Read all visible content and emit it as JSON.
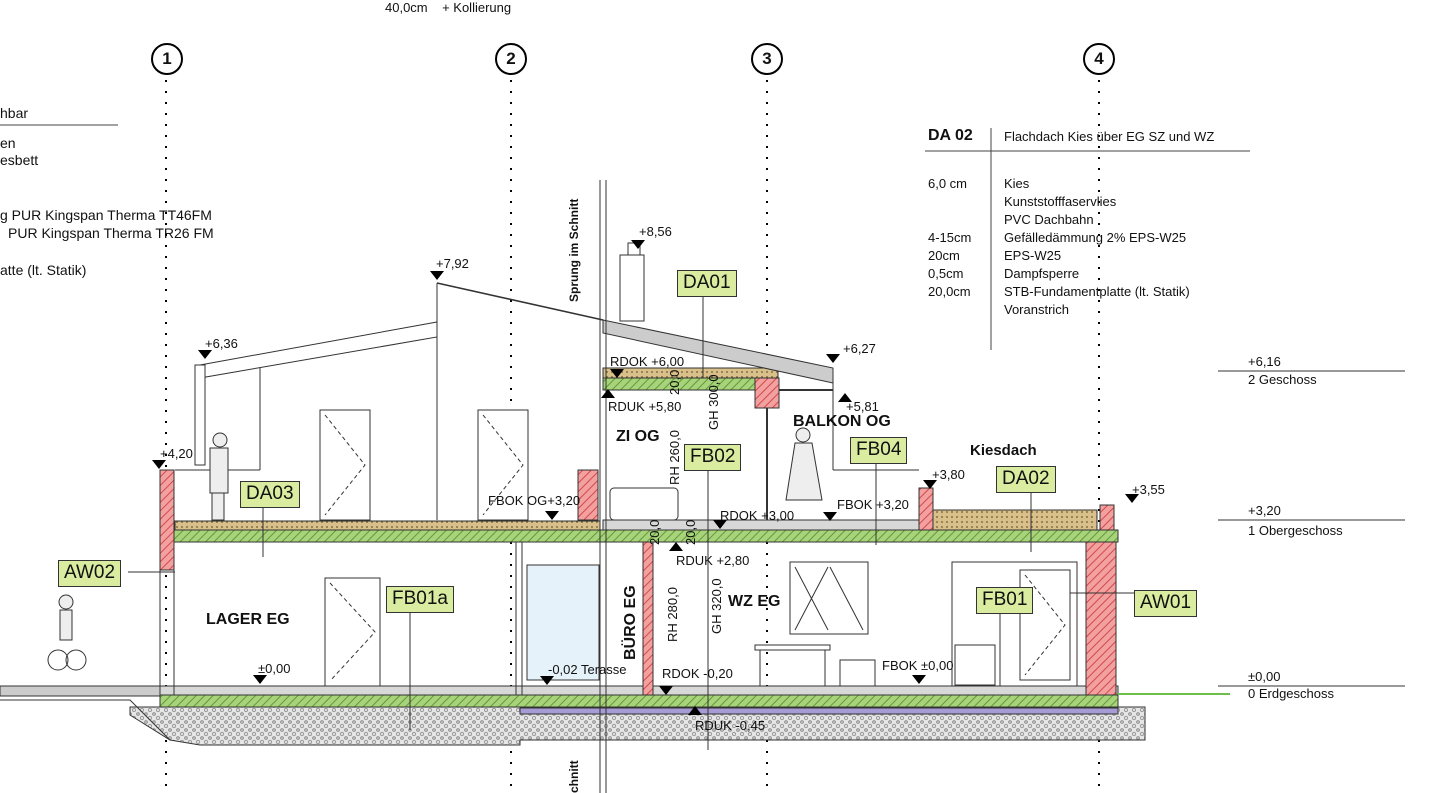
{
  "top_note": "40,0cm    + Kollierung",
  "axes": [
    "1",
    "2",
    "3",
    "4"
  ],
  "left_legend": [
    "hbar",
    "en",
    "esbett",
    "g PUR Kingspan Therma TT46FM",
    "PUR Kingspan Therma TR26 FM",
    "atte (lt. Statik)"
  ],
  "da02_table": {
    "code": "DA 02",
    "title": "Flachdach Kies über EG SZ und WZ",
    "rows": [
      {
        "thickness": "6,0 cm",
        "material": "Kies"
      },
      {
        "thickness": "",
        "material": "Kunststofffaservlies"
      },
      {
        "thickness": "",
        "material": "PVC Dachbahn"
      },
      {
        "thickness": "4-15cm",
        "material": "Gefälledämmung 2% EPS-W25"
      },
      {
        "thickness": "20cm",
        "material": "EPS-W25"
      },
      {
        "thickness": "0,5cm",
        "material": "Dampfsperre"
      },
      {
        "thickness": "20,0cm",
        "material": "STB-Fundamentplatte (lt. Statik)"
      },
      {
        "thickness": "",
        "material": "Voranstrich"
      }
    ]
  },
  "levels": [
    {
      "value": "+6,16",
      "name": "2 Geschoss"
    },
    {
      "value": "+3,20",
      "name": "1 Obergeschoss"
    },
    {
      "value": "±0,00",
      "name": "0 Erdgeschoss"
    }
  ],
  "tags": {
    "da01": "DA01",
    "da03": "DA03",
    "aw02": "AW02",
    "fb01a": "FB01a",
    "fb02": "FB02",
    "fb04": "FB04",
    "da02": "DA02",
    "fb01": "FB01",
    "aw01": "AW01"
  },
  "rooms": {
    "lager": "LAGER EG",
    "zi": "ZI OG",
    "balkon": "BALKON OG",
    "kiesdach": "Kiesdach",
    "wz": "WZ EG",
    "buero": "BÜRO EG",
    "sprung": "Sprung im Schnitt",
    "sprung2": "chnitt"
  },
  "elevations": {
    "e856": "+8,56",
    "e792": "+7,92",
    "e636": "+6,36",
    "e627": "+6,27",
    "e581": "+5,81",
    "e420": "+4,20",
    "e380": "+3,80",
    "e355": "+3,55",
    "rdok600": "RDOK +6,00",
    "rduk580": "RDUK +5,80",
    "fbokog": "FBOK OG+3,20",
    "rdok300": "RDOK +3,00",
    "fbok320": "FBOK +3,20",
    "rduk280": "RDUK +2,80",
    "pm000": "±0,00",
    "terasse": "-0,02 Terasse",
    "rdok020": "RDOK -0,20",
    "fbok000": "FBOK ±0,00",
    "rduk045": "RDUK -0,45"
  },
  "dims": {
    "gh300": "GH 300,0",
    "rh260": "RH 260,0",
    "d20a": "20,0",
    "d20b": "20,0",
    "d20c": "20,0",
    "rh280": "RH 280,0",
    "gh320": "GH 320,0"
  }
}
